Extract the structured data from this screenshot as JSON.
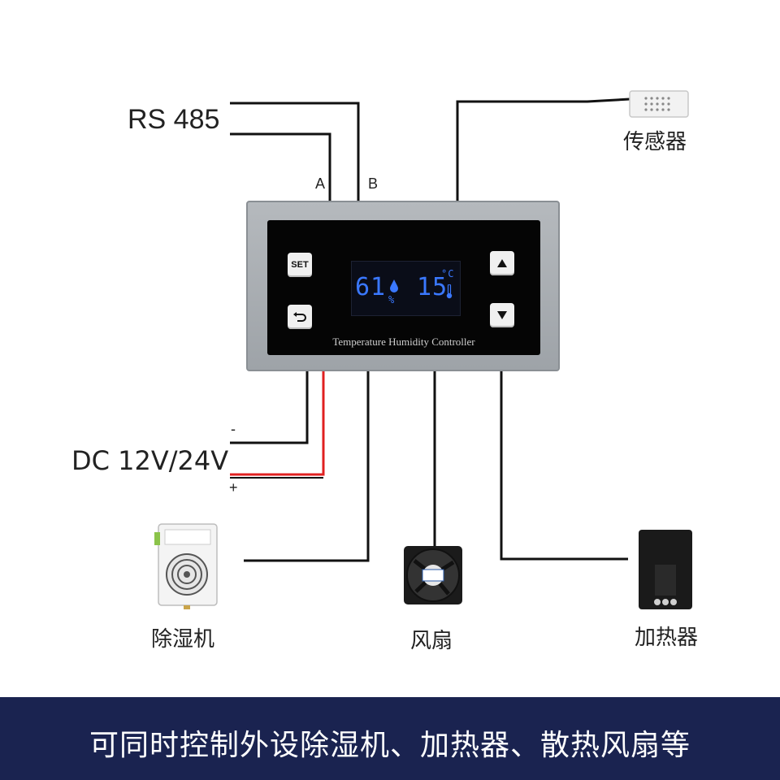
{
  "labels": {
    "rs485": "RS 485",
    "pin_a": "A",
    "pin_b": "B",
    "sensor": "传感器",
    "power": "DC 12V/24V",
    "minus": "-",
    "plus": "+",
    "dehumidifier": "除湿机",
    "fan": "风扇",
    "heater": "加热器"
  },
  "controller": {
    "title": "Temperature Humidity Controller",
    "set_label": "SET",
    "humidity_value": "61",
    "humidity_unit": "%",
    "temp_value": "15",
    "temp_unit": "°C"
  },
  "footer": {
    "text": "可同时控制外设除湿机、加热器、散热风扇等"
  },
  "colors": {
    "wire": "#111111",
    "wire_positive": "#e02020",
    "lcd_digits": "#3a78ff",
    "footer_bg": "#1a2350"
  }
}
